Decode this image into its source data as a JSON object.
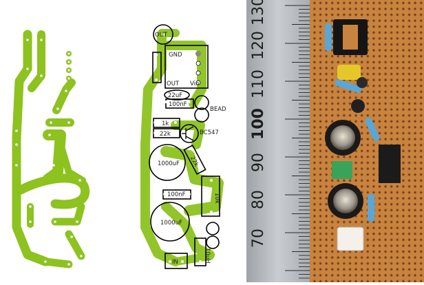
{
  "silkscreen": {
    "labels": {
      "out_top": "OUT",
      "gnd": "GND",
      "vin": "Vin",
      "out_reg": "OUT",
      "cap_22u": "22uF",
      "cap_100n_1": "100nF",
      "bead": "BEAD",
      "r_1k": "1k",
      "r_22k": "22k",
      "transistor": "BC547",
      "cap_1000u_1": "1000uF",
      "r_22k_diag": "22k",
      "cap_100n_2": "100nF",
      "cap_1000u_2": "1000uF",
      "r_10k": "10k",
      "inductor": "10uH",
      "in": "IN"
    }
  },
  "photo": {
    "ruler_labels": [
      "130",
      "120",
      "110",
      "100",
      "90",
      "80",
      "70"
    ]
  },
  "colors": {
    "trace_green": "#8dc21f",
    "outline": "#000000",
    "ruler_metal": "#b9bcc0",
    "perfboard": "#c8843f",
    "copper_pad": "#9c5a28"
  }
}
